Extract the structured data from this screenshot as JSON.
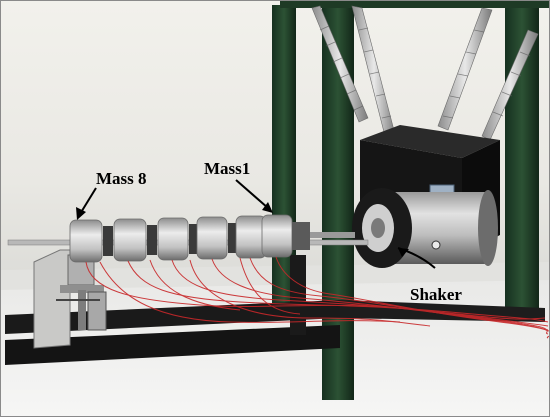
{
  "labels": {
    "mass8": "Mass 8",
    "mass1": "Mass1",
    "shaker": "Shaker"
  },
  "colors": {
    "frame_green": "#1f3f25",
    "wire_red": "#c8282a",
    "aluminum": "#d0d0d0",
    "shaker_black": "#151515",
    "wall": "#f4f3ef"
  }
}
